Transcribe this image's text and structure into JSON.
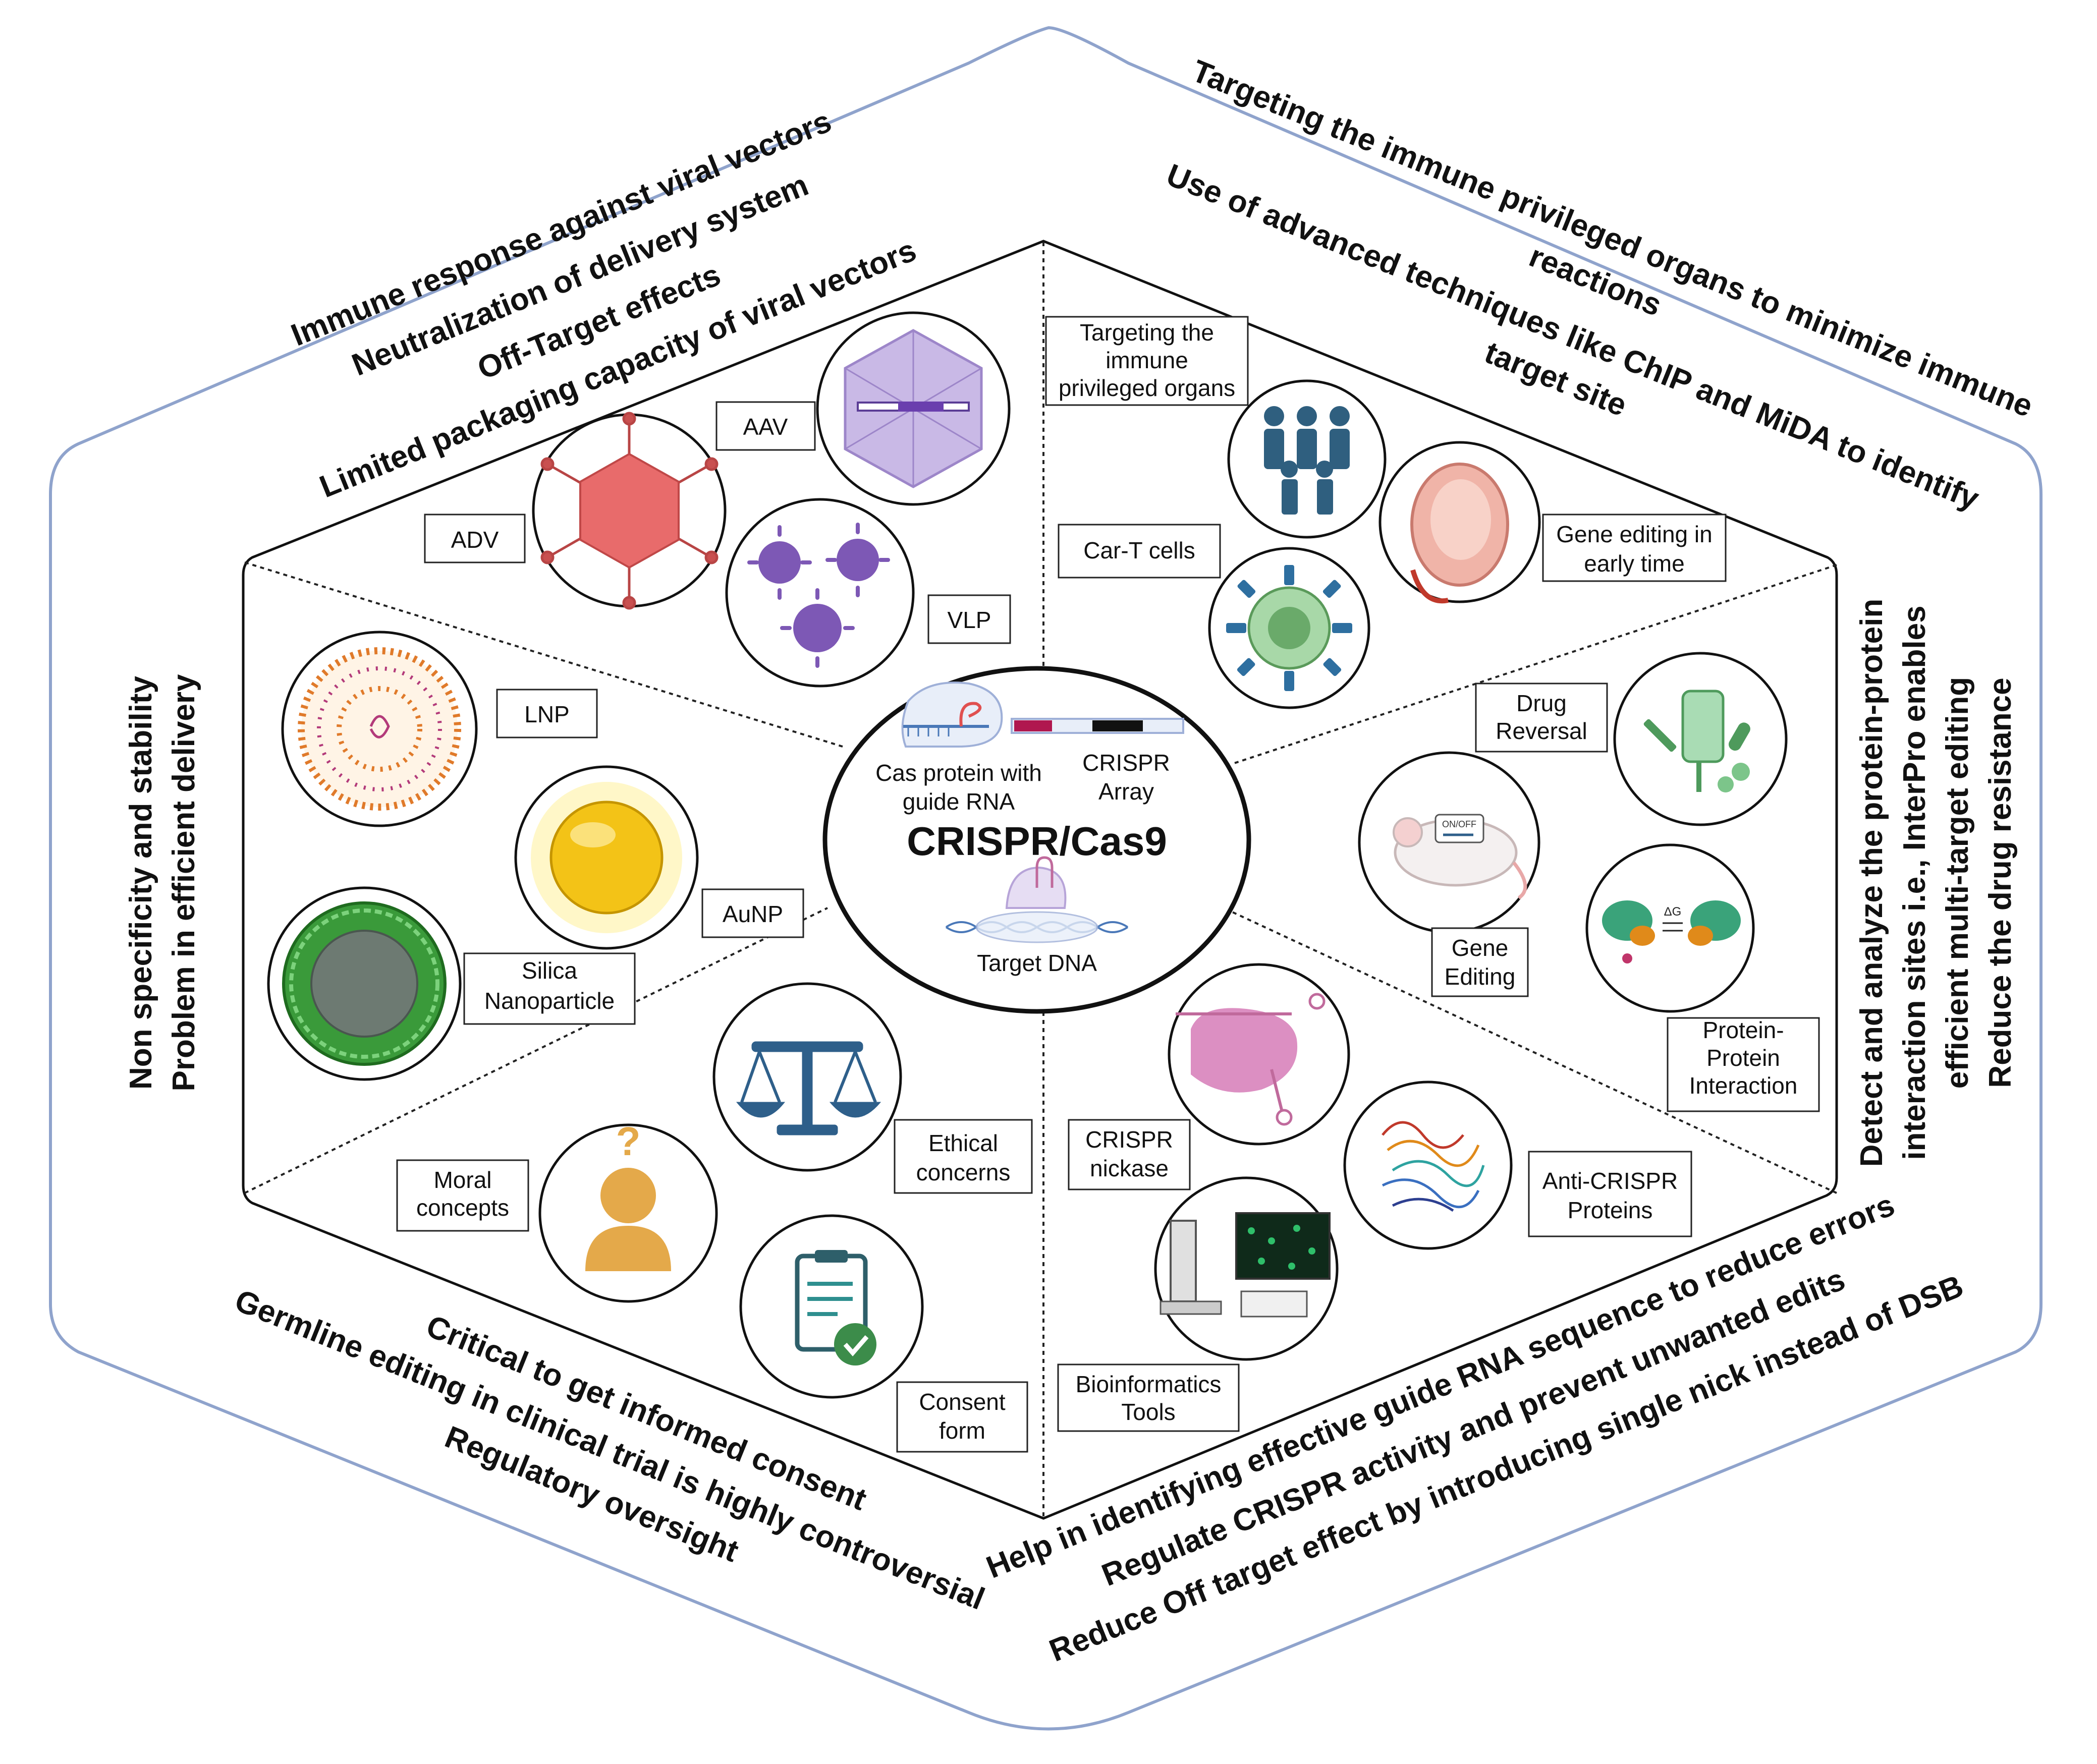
{
  "center": {
    "title": "CRISPR/Cas9",
    "cas_label_1": "Cas protein with",
    "cas_label_2": "guide RNA",
    "array_label_1": "CRISPR",
    "array_label_2": "Array",
    "target_label": "Target DNA"
  },
  "headings": {
    "top_left": [
      "Immune response against viral vectors",
      "Neutralization of delivery system",
      "Off-Target effects",
      "Limited packaging capacity of viral vectors"
    ],
    "top_right": [
      "Targeting the immune privileged organs to minimize immune",
      "reactions",
      "Use of advanced techniques like ChIP and MiDA to identify",
      "target site"
    ],
    "left": [
      "Non specificity and stability",
      "Problem in efficient delivery"
    ],
    "right": [
      "Detect and analyze the protein-protein",
      "interaction sites i.e., InterPro enables",
      "efficient multi-target editing",
      "Reduce the drug resistance"
    ],
    "bottom_left": [
      "Critical to get informed consent",
      "Germline editing in clinical trial is highly controversial",
      "Regulatory oversight"
    ],
    "bottom_right": [
      "Help in identifying effective guide RNA sequence to reduce errors",
      "Regulate CRISPR activity and prevent unwanted edits",
      "Reduce Off target effect by introducing single nick instead of DSB"
    ]
  },
  "labels": {
    "aav": "AAV",
    "adv": "ADV",
    "vlp": "VLP",
    "lnp": "LNP",
    "aunp": "AuNP",
    "silica_1": "Silica",
    "silica_2": "Nanoparticle",
    "targeting_1": "Targeting the",
    "targeting_2": "immune",
    "targeting_3": "privileged organs",
    "cart": "Car-T cells",
    "gene_early_1": "Gene editing in",
    "gene_early_2": "early time",
    "drug_1": "Drug",
    "drug_2": "Reversal",
    "gene_edit_1": "Gene",
    "gene_edit_2": "Editing",
    "ppi_1": "Protein-",
    "ppi_2": "Protein",
    "ppi_3": "Interaction",
    "ethical_1": "Ethical",
    "ethical_2": "concerns",
    "moral_1": "Moral",
    "moral_2": "concepts",
    "consent_1": "Consent",
    "consent_2": "form",
    "nickase_1": "CRISPR",
    "nickase_2": "nickase",
    "anti_1": "Anti-CRISPR",
    "anti_2": "Proteins",
    "bioinf_1": "Bioinformatics",
    "bioinf_2": "Tools",
    "onoff": "ON/OFF",
    "delta_g": "ΔG",
    "question": "?"
  },
  "colors": {
    "outer_hexagon": "#8fa3cc",
    "inner_hexagon": "#111111",
    "adv_red": "#e05a5a",
    "aav_purple": "#b9a6d9",
    "vlp_purple": "#7d58b5",
    "gold": "#f3c317",
    "silica_green": "#3a9a3a",
    "people_blue": "#2f5f7f",
    "scale_blue": "#2e5f8a",
    "person_orange": "#e4a94a",
    "pink": "#dc8fc2",
    "green_pharma": "#7cc58a"
  }
}
